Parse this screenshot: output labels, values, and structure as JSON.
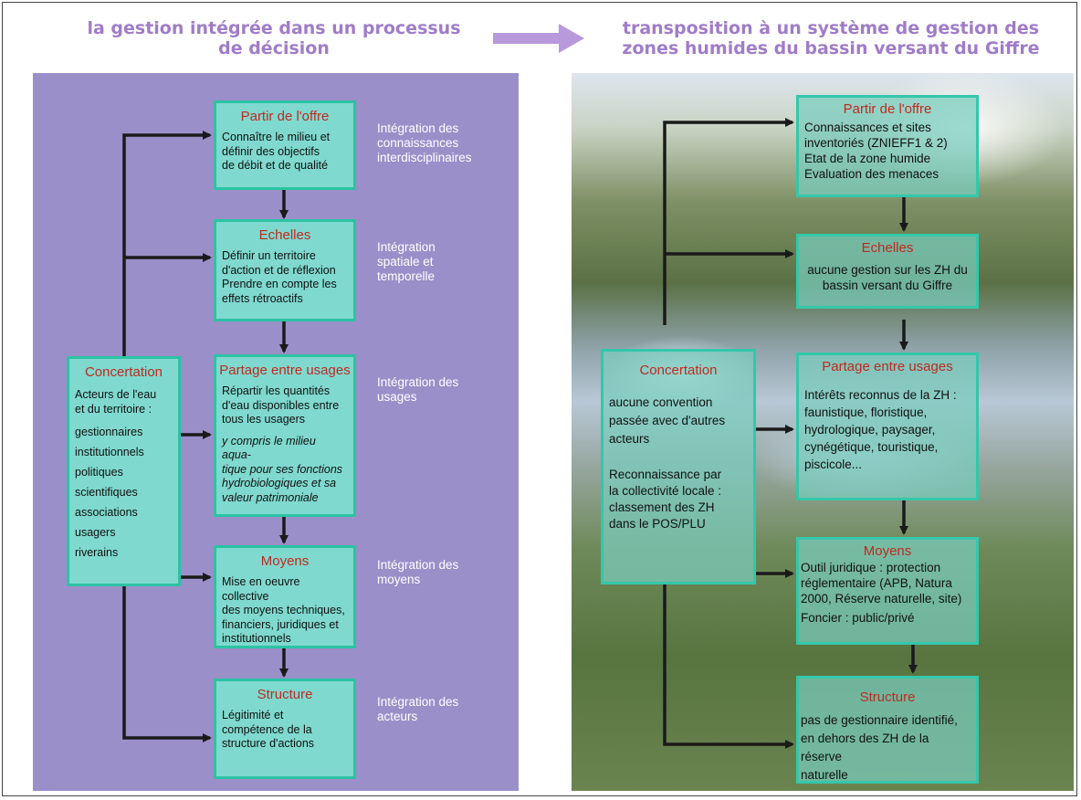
{
  "left_title": [
    "la gestion intégrée dans un processus",
    "de décision"
  ],
  "right_title": [
    "transposition à un système de gestion des",
    "zones humides du bassin versant du Giffre"
  ],
  "left": {
    "concertation": {
      "title": "Concertation",
      "intro": [
        "Acteurs de l'eau",
        "et du territoire :"
      ],
      "actors": [
        "gestionnaires",
        "institutionnels",
        "politiques",
        "scientifiques",
        "associations",
        "usagers",
        "riverains"
      ]
    },
    "boxes": [
      {
        "title": "Partir de l'offre",
        "lines": [
          "Connaître le milieu et",
          "définir des objectifs",
          "de débit et de qualité"
        ],
        "italic": []
      },
      {
        "title": "Echelles",
        "lines": [
          "Définir un territoire",
          "d'action et de réflexion",
          "Prendre en compte les",
          "effets rétroactifs"
        ],
        "italic": []
      },
      {
        "title": "Partage entre usages",
        "lines": [
          "Répartir les quantités",
          "d'eau disponibles entre",
          "tous les usagers"
        ],
        "italic": [
          "y compris le milieu aqua-",
          "tique pour ses fonctions",
          "hydrobiologiques et sa",
          "valeur patrimoniale"
        ]
      },
      {
        "title": "Moyens",
        "lines": [
          "Mise en oeuvre collective",
          "des moyens techniques,",
          "financiers, juridiques et",
          "institutionnels"
        ],
        "italic": []
      },
      {
        "title": "Structure",
        "lines": [
          "Légitimité et",
          "compétence de la",
          "structure d'actions"
        ],
        "italic": []
      }
    ],
    "integrations": [
      [
        "Intégration des",
        "connaissances",
        "interdisciplinaires"
      ],
      [
        "Intégration",
        "spatiale et",
        "temporelle"
      ],
      [
        "Intégration des",
        "usages"
      ],
      [
        "Intégration des",
        "moyens"
      ],
      [
        "Intégration des",
        "acteurs"
      ]
    ]
  },
  "right": {
    "concertation": {
      "title": "Concertation",
      "lines1": [
        "aucune convention",
        "passée avec d'autres",
        "acteurs"
      ],
      "lines2": [
        "Reconnaissance par",
        "la collectivité locale :",
        "classement des ZH",
        "dans le POS/PLU"
      ]
    },
    "boxes": [
      {
        "title": "Partir de l'offre",
        "lines": [
          "Connaissances et sites",
          "inventoriés (ZNIEFF1 & 2)",
          "Etat de la zone humide",
          "Evaluation des menaces"
        ]
      },
      {
        "title": "Echelles",
        "lines": [
          "aucune gestion sur les ZH du",
          "bassin versant du Giffre"
        ]
      },
      {
        "title": "Partage entre usages",
        "lines": [
          "Intérêts reconnus de la ZH :",
          "faunistique, floristique,",
          "hydrologique, paysager,",
          "cynégétique, touristique,",
          "piscicole..."
        ]
      },
      {
        "title": "Moyens",
        "lines": [
          "Outil juridique : protection",
          "réglementaire (APB, Natura",
          "2000, Réserve naturelle, site)",
          "Foncier : public/privé"
        ]
      },
      {
        "title": "Structure",
        "lines": [
          "pas de gestionnaire identifié,",
          "en dehors des ZH de la réserve",
          "naturelle"
        ]
      }
    ]
  },
  "colors": {
    "box_fill": "#7fd9cf",
    "box_border": "#2cc3a3",
    "box_title": "#c02a1f",
    "left_panel": "#9b8fc9",
    "title_text": "#a07cc8",
    "arrow": "#1a1a1a"
  }
}
